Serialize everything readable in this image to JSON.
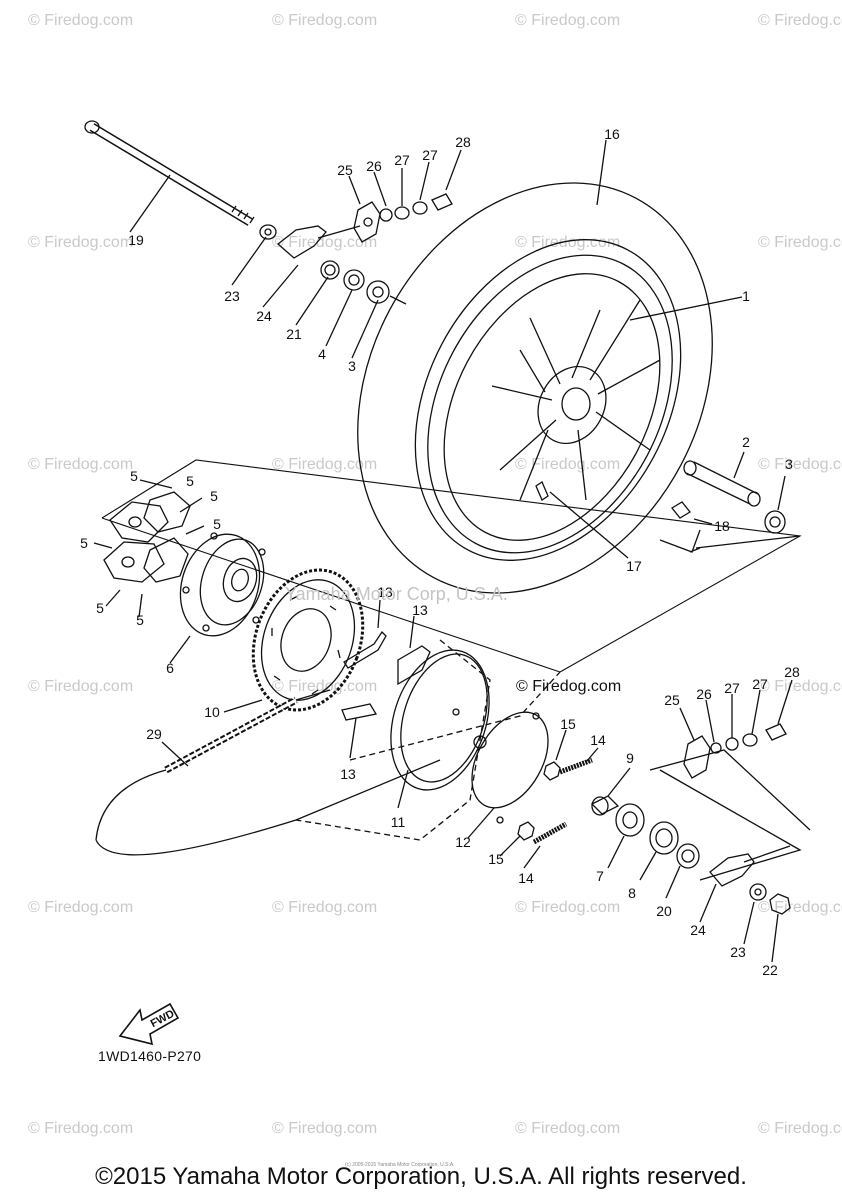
{
  "watermark_text": "© Firedog.com",
  "center_watermark": "Yamaha Motor Corp, U.S.A.",
  "firedog_copyright": "© Firedog.com",
  "diagram_code": "1WD1460-P270",
  "fwd_label": "FWD",
  "tiny_copyright": "(c) 2005-2015 Yamaha Motor Corporation, U.S.A.",
  "footer": "©2015 Yamaha Motor Corporation, U.S.A. All rights reserved.",
  "callouts": [
    "1",
    "2",
    "3",
    "3",
    "4",
    "5",
    "5",
    "5",
    "5",
    "5",
    "5",
    "5",
    "6",
    "7",
    "8",
    "9",
    "10",
    "11",
    "12",
    "13",
    "13",
    "13",
    "14",
    "14",
    "15",
    "15",
    "16",
    "17",
    "18",
    "19",
    "20",
    "21",
    "22",
    "23",
    "23",
    "24",
    "24",
    "25",
    "25",
    "26",
    "26",
    "27",
    "27",
    "27",
    "27",
    "28",
    "28",
    "29"
  ],
  "colors": {
    "line": "#111111",
    "watermark": "#c9c9c9",
    "background": "#ffffff"
  }
}
